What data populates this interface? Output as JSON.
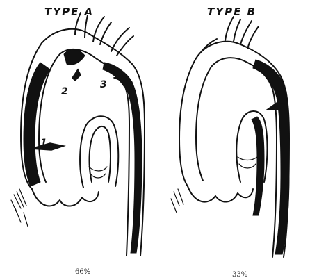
{
  "panels": [
    {
      "id": "type-a",
      "title": "TYPE   A",
      "tear_labels": [
        "1",
        "2",
        "3"
      ],
      "percentage": "66%"
    },
    {
      "id": "type-b",
      "title": "TYPE   B",
      "percentage": "33%"
    }
  ],
  "colors": {
    "ink": "#111111",
    "paper": "#ffffff"
  }
}
